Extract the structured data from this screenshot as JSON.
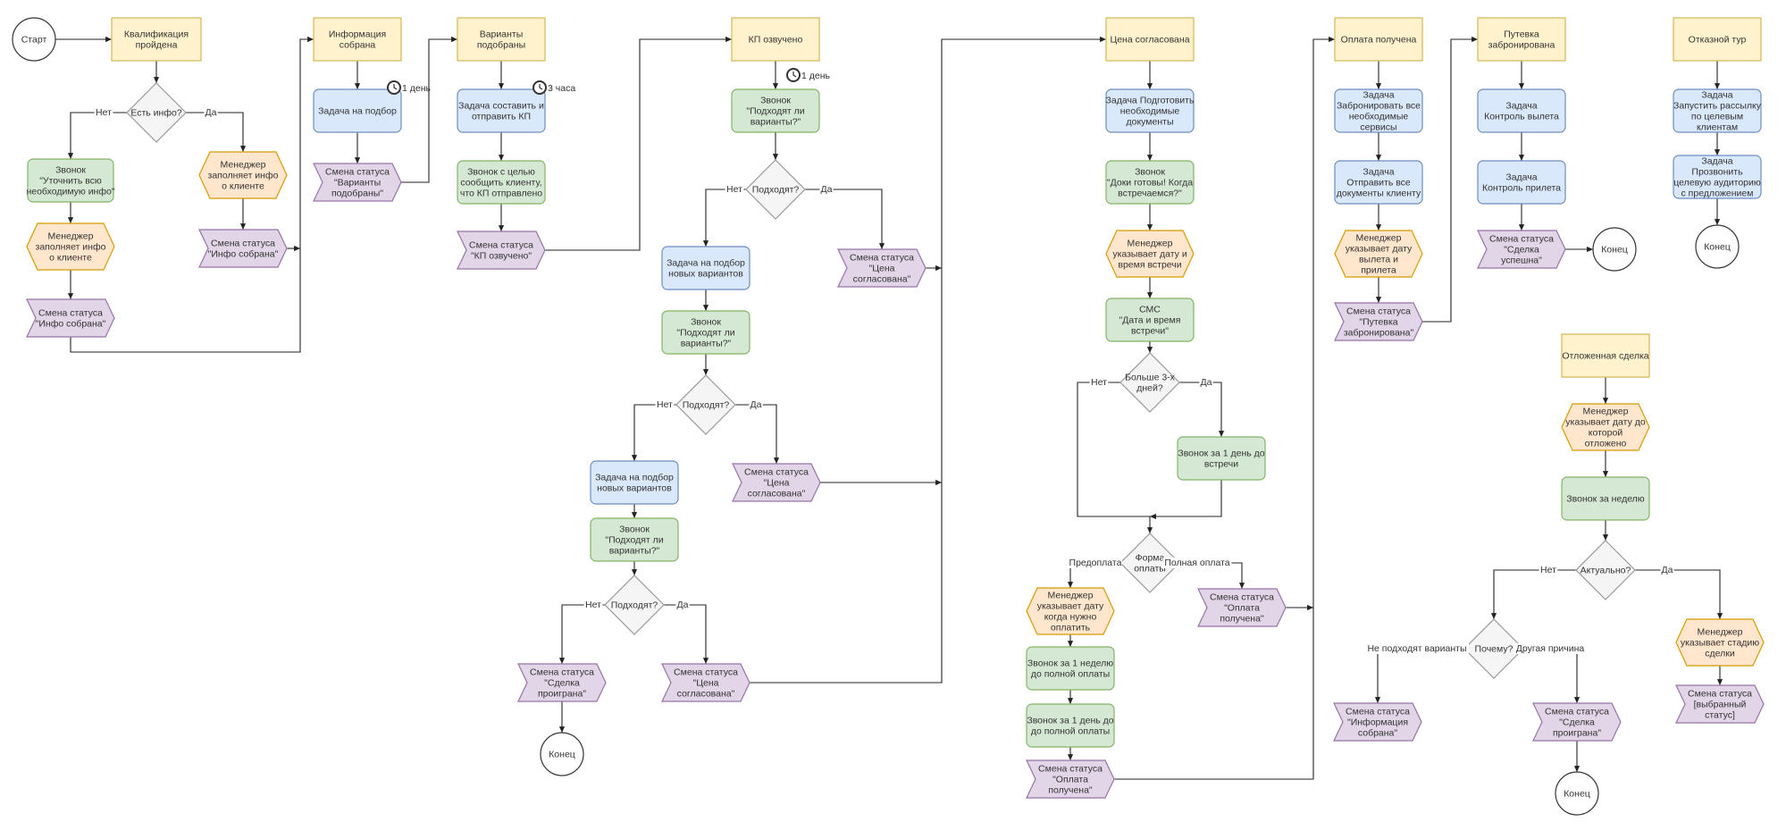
{
  "colors": {
    "stage": {
      "fill": "#fff2cc",
      "stroke": "#d6b656"
    },
    "task": {
      "fill": "#dae8fc",
      "stroke": "#6c8ebf"
    },
    "call": {
      "fill": "#d5e8d4",
      "stroke": "#82b366"
    },
    "manager": {
      "fill": "#ffe6cc",
      "stroke": "#d79b00"
    },
    "status": {
      "fill": "#e1d5e7",
      "stroke": "#9673a6"
    },
    "decision": {
      "fill": "#f5f5f5",
      "stroke": "#999999"
    },
    "terminal": {
      "fill": "#ffffff",
      "stroke": "#333333"
    },
    "edge": "#222222"
  },
  "nodes": {
    "start": "Старт",
    "qual": "Квалификация\nпройдена",
    "has_info": "Есть инфо?",
    "call_clarify": "Звонок\n\"Уточнить всю\nнеобходимую инфо\"",
    "mgr_fill_1": "Менеджер\nзаполняет инфо\nо клиенте",
    "mgr_fill_2": "Менеджер\nзаполняет инфо\nо клиенте",
    "status_info_1": "Смена статуса\n\"Инфо собрана\"",
    "status_info_2": "Смена статуса\n\"Инфо собрана\"",
    "info_collected": "Информация\nсобрана",
    "task_selection": "Задача на подбор",
    "status_variants": "Смена статуса\n\"Варианты\nподобраны\"",
    "variants_selected": "Варианты\nподобраны",
    "task_kp": "Задача составить и\nотправить КП",
    "call_kp": "Звонок с целью\nсообщить клиенту,\nчто КП отправлено",
    "status_kp": "Смена статуса\n\"КП озвучено\"",
    "kp_voiced": "КП озвучено",
    "call_fit_1": "Звонок\n\"Подходят ли\nварианты?\"",
    "dec_fit_1": "Подходят?",
    "status_price_1": "Смена статуса\n\"Цена\nсогласована\"",
    "task_new_1": "Задача на подбор\nновых вариантов",
    "call_fit_2": "Звонок\n\"Подходят ли\nварианты?\"",
    "dec_fit_2": "Подходят?",
    "status_price_2": "Смена статуса\n\"Цена\nсогласована\"",
    "task_new_2": "Задача на подбор\nновых вариантов",
    "call_fit_3": "Звонок\n\"Подходят ли\nварианты?\"",
    "dec_fit_3": "Подходят?",
    "status_lost_1": "Смена статуса\n\"Сделка\nпроиграна\"",
    "status_price_3": "Смена статуса\n\"Цена\nсогласована\"",
    "end_1": "Конец",
    "price_agreed": "Цена согласована",
    "task_docs": "Задача Подготовить\nнеобходимые\nдокументы",
    "call_docs": "Звонок\n\"Доки готовы! Когда\nвстречаемся?\"",
    "mgr_meeting": "Менеджер\nуказывает дату и\nвремя встречи",
    "sms": "СМС\n\"Дата и время\nвстречи\"",
    "dec_3days": "Больше 3-х\nдней?",
    "call_day_before": "Звонок за 1 день до\nвстречи",
    "dec_payment": "Форма\nоплаты",
    "mgr_pay_date": "Менеджер\nуказывает дату\nкогда нужно\nоплатить",
    "call_week_pay": "Звонок за 1 неделю\nдо полной оплаты",
    "call_day_pay": "Звонок за 1 день до\nдо полной оплаты",
    "status_paid_1": "Смена статуса\n\"Оплата\nполучена\"",
    "status_paid_2": "Смена статуса\n\"Оплата\nполучена\"",
    "payment_received": "Оплата получена",
    "task_book": "Задача\nЗабронировать все\nнеобходимые\nсервисы",
    "task_send_docs": "Задача\nОтправить все\nдокументы клиенту",
    "mgr_flight": "Менеджер\nуказывает дату\nвылета и\nприлета",
    "status_booked": "Смена статуса\n\"Путевка\nзабронирована\"",
    "tour_booked": "Путевка\nзабронирована",
    "task_dep": "Задача\nКонтроль вылета",
    "task_arr": "Задача\nКонтроль прилета",
    "status_success": "Смена статуса\n\"Сделка\nуспешна\"",
    "end_2": "Конец",
    "refused": "Отказной тур",
    "task_mailing": "Задача\nЗапустить рассылку\nпо целевым\nклиентам",
    "task_call_aud": "Задача\nПрозвонить\nцелевую аудиторию\nс предложением",
    "end_3": "Конец",
    "postponed": "Отложенная сделка",
    "mgr_postpone": "Менеджер\nуказывает дату до\nкоторой\nотложено",
    "call_week": "Звонок за неделю",
    "dec_actual": "Актуально?",
    "dec_why": "Почему?",
    "status_info_back": "Смена статуса\n\"Информация\nсобрана\"",
    "status_lost_2": "Смена статуса\n\"Сделка\nпроиграна\"",
    "end_4": "Конец",
    "mgr_stage": "Менеджер\nуказывает стадию\nсделки",
    "status_chosen": "Смена статуса\n[выбранный\nстатус]"
  },
  "edge_labels": {
    "no": "Нет",
    "yes": "Да",
    "prepay": "Предоплата",
    "full_pay": "Полная оплата",
    "not_fit": "Не подходят варианты",
    "other_reason": "Другая причина"
  },
  "timers": {
    "t1": "1 день",
    "t2": "3 часа",
    "t3": "1 день"
  }
}
